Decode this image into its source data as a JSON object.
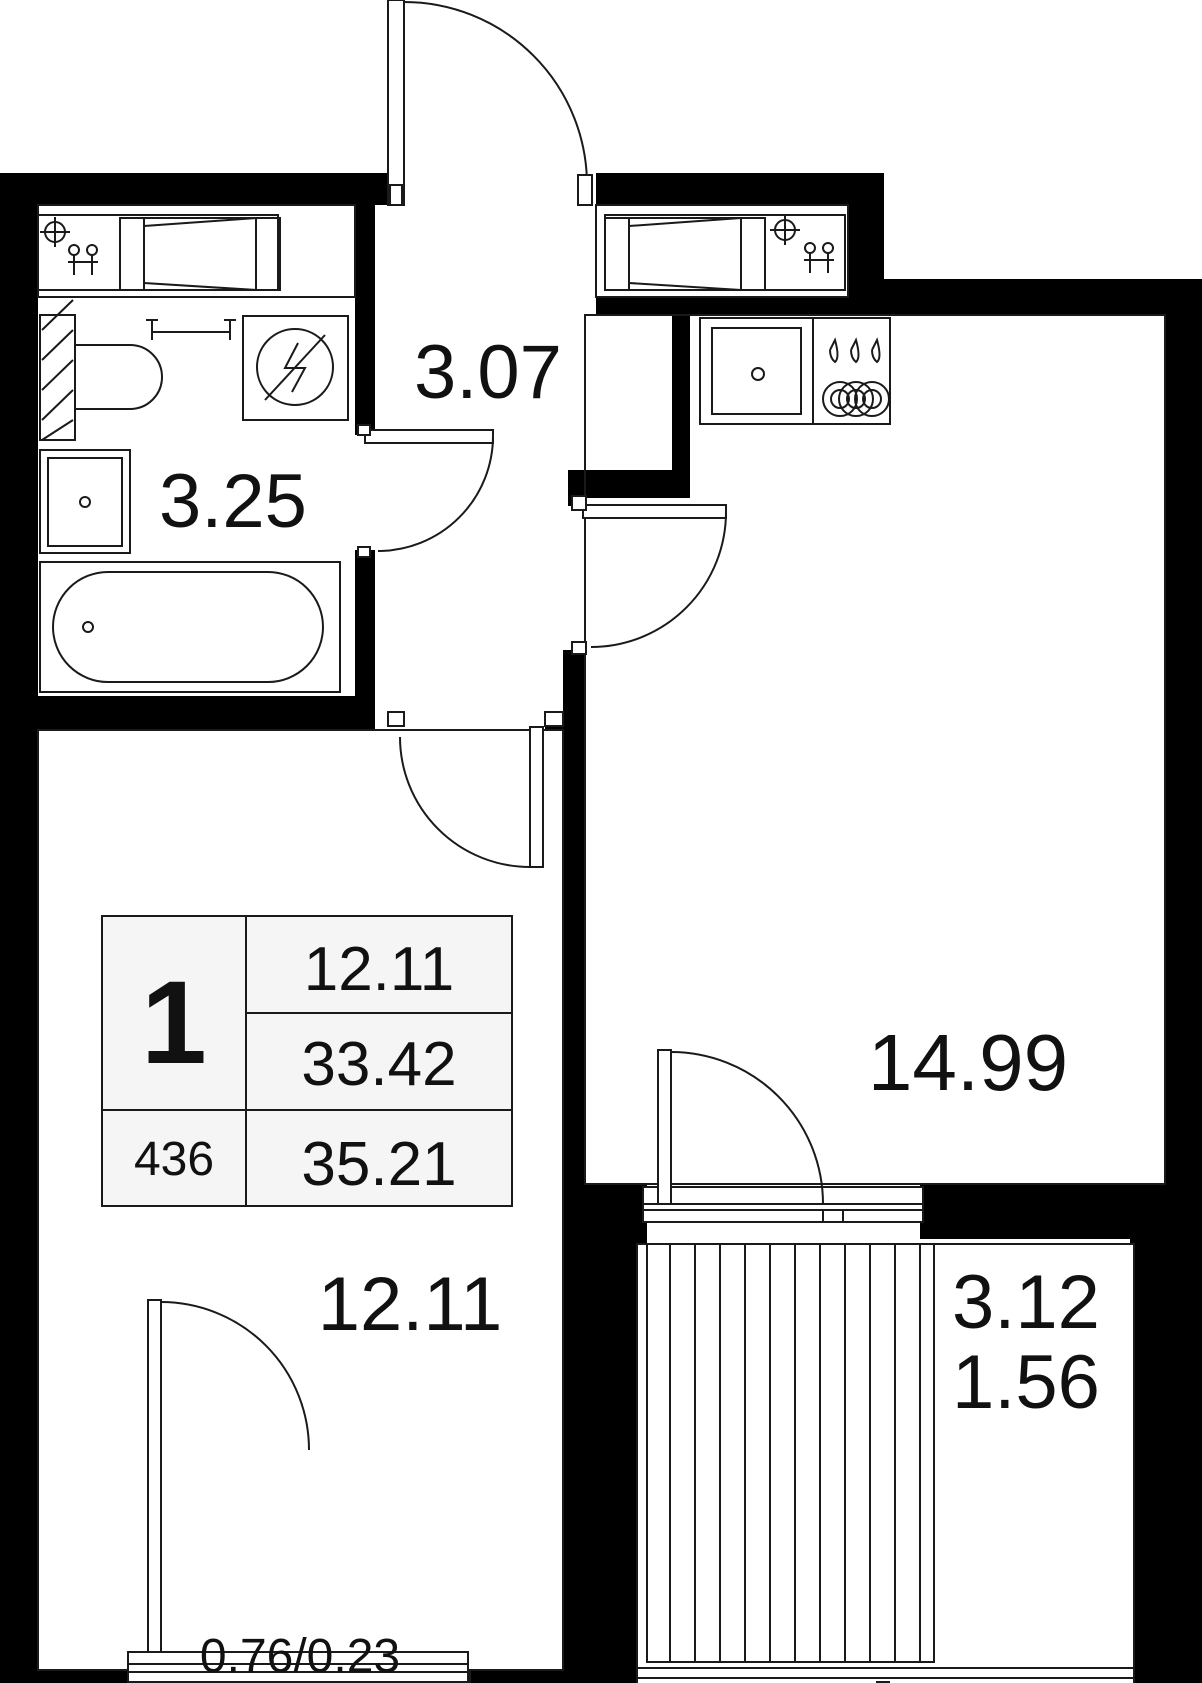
{
  "plan": {
    "rooms": {
      "corridor": "3.07",
      "bathroom": "3.25",
      "kitchen_living": "14.99",
      "bedroom": "12.11"
    },
    "balcony_right": {
      "area_full": "3.12",
      "area_reduced": "1.56"
    },
    "balcony_left": {
      "area_label": "0.76/0.23"
    },
    "info_table": {
      "rooms_count": "1",
      "apartment_number": "436",
      "living_area": "12.11",
      "total_area": "33.42",
      "total_area_with_balcony": "35.21"
    },
    "colors": {
      "wall": "#000000",
      "table_bg": "#f5f5f5",
      "line": "#1a1a1a"
    },
    "icons": [
      "toilet-icon",
      "washer-icon",
      "sink-icon",
      "bathtub-icon",
      "kitchen-sink-icon",
      "stove-icon",
      "radiator-icon",
      "valve-icon",
      "door-icon"
    ]
  }
}
